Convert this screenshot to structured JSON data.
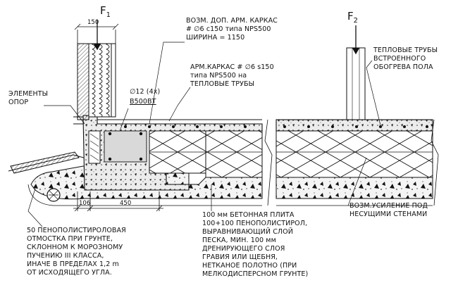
{
  "forces": {
    "f1": "F",
    "f1_sub": "1",
    "f2": "F",
    "f2_sub": "2"
  },
  "dimensions": {
    "top": "150",
    "bottom_left": "106",
    "bottom_right": "450"
  },
  "labels": {
    "reinforcement_cage": "ВОЗМ. ДОП. АРМ. КАРКАС\n# ∅6 с150 типа NPS500\nШИРИНА = 1150",
    "mesh_on_pipes": "АРМ.КАРКАС # ∅6 s150\nтипа NPS500 на\nТЕПЛОВЫЕ ТРУБЫ",
    "rebar": "∅12 (4x)",
    "rebar_class": "B500BT",
    "support_elements": "ЭЛЕМЕНТЫ\nОПОР",
    "heating_pipes": "ТЕПЛОВЫЕ ТРУБЫ\nВСТРОЕННОГО\nОБОГРЕВА ПОЛА",
    "wall_reinforcement": "ВОЗМ.УСИЛЕНИЕ ПОД\nНЕСУЩИМИ СТЕНАМИ",
    "insulation_slope": "50 ПЕНОПОЛИСТИРОЛОВАЯ\nОТМОСТКА ПРИ ГРУНТЕ,\nСКЛОННОМ К МОРОЗНОМУ\nПУЧЕНИЮ III КЛАССА,\nИНАЧЕ В ПРЕДЕЛАХ 1,2 m\nОТ ИСХОДЯЩЕГО УГЛА.",
    "slab_layers": "100 мм БЕТОННАЯ ПЛИТА\n100+100 ПЕНОПОЛИСТИРОЛ,\nВЫРАВНИВАЮЩИЙ СЛОЙ\nПЕСКА, МИН. 100 мм\nДРЕНИРУЮЩЕГО СЛОЯ\nГРАВИЯ ИЛИ ЩЕБНЯ,\nНЕТКАНОЕ ПОЛОТНО (ПРИ\nМЕЛКОДИСПЕРСНОМ ГРУНТЕ)"
  }
}
